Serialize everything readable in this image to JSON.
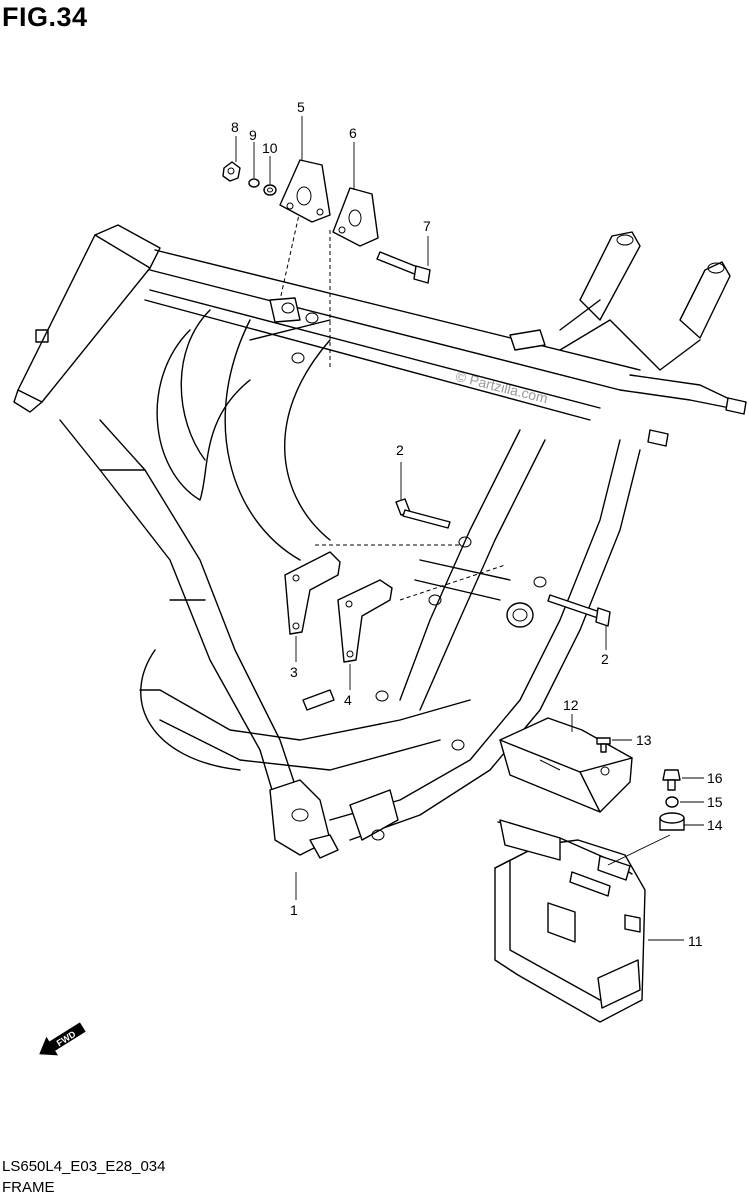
{
  "figure": {
    "title": "FIG.34"
  },
  "footer": {
    "code": "LS650L4_E03_E28_034",
    "section": "FRAME"
  },
  "watermark": "© Partzilla.com",
  "fwd_label": "FWD",
  "callouts": [
    {
      "id": "c1",
      "label": "1"
    },
    {
      "id": "c2a",
      "label": "2"
    },
    {
      "id": "c2b",
      "label": "2"
    },
    {
      "id": "c3",
      "label": "3"
    },
    {
      "id": "c4",
      "label": "4"
    },
    {
      "id": "c5",
      "label": "5"
    },
    {
      "id": "c6",
      "label": "6"
    },
    {
      "id": "c7",
      "label": "7"
    },
    {
      "id": "c8",
      "label": "8"
    },
    {
      "id": "c9",
      "label": "9"
    },
    {
      "id": "c10",
      "label": "10"
    },
    {
      "id": "c11",
      "label": "11"
    },
    {
      "id": "c12",
      "label": "12"
    },
    {
      "id": "c13",
      "label": "13"
    },
    {
      "id": "c14",
      "label": "14"
    },
    {
      "id": "c15",
      "label": "15"
    },
    {
      "id": "c16",
      "label": "16"
    }
  ]
}
